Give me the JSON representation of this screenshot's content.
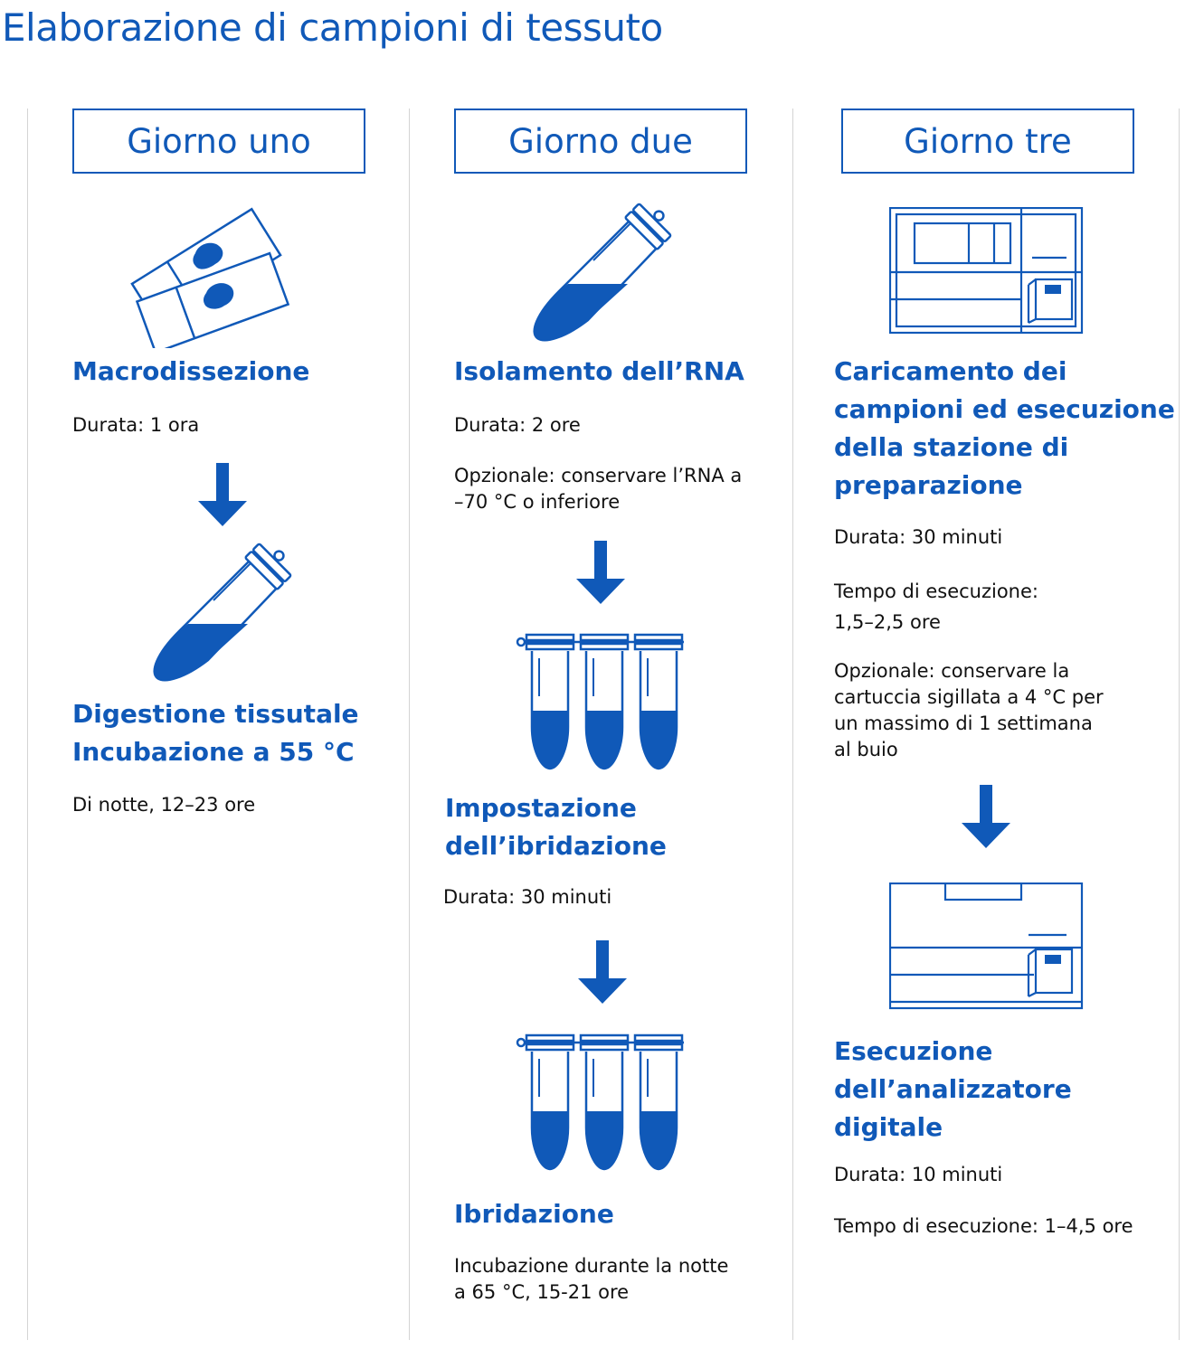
{
  "title": "Elaborazione di campioni di tessuto",
  "colors": {
    "accent": "#1059b8",
    "text": "#111111",
    "divider": "#d4d4d4"
  },
  "columns": [
    {
      "day": "Giorno uno",
      "steps": [
        {
          "icon": "tissue-slides-icon",
          "heading": [
            "Macrodissezione"
          ],
          "details": [
            "Durata: 1 ora"
          ]
        },
        {
          "icon": "single-tube-icon",
          "heading": [
            "Digestione tissutale",
            "Incubazione a 55 °C"
          ],
          "details": [
            "Di notte, 12–23 ore"
          ]
        }
      ]
    },
    {
      "day": "Giorno due",
      "steps": [
        {
          "icon": "single-tube-icon",
          "heading": [
            "Isolamento dell’RNA"
          ],
          "details": [
            "Durata: 2 ore",
            "Opzionale: conservare l’RNA a",
            "–70 °C o inferiore"
          ]
        },
        {
          "icon": "tube-strip-icon",
          "heading": [
            "Impostazione",
            "dell’ibridazione"
          ],
          "details": [
            "Durata: 30 minuti"
          ]
        },
        {
          "icon": "tube-strip-icon",
          "heading": [
            "Ibridazione"
          ],
          "details": [
            "Incubazione durante la notte",
            "a 65 °C, 15-21 ore"
          ]
        }
      ]
    },
    {
      "day": "Giorno tre",
      "steps": [
        {
          "icon": "prep-station-icon",
          "heading": [
            "Caricamento dei",
            "campioni ed esecuzione",
            "della stazione di",
            "preparazione"
          ],
          "details": [
            "Durata: 30 minuti",
            "Tempo di esecuzione:",
            "1,5–2,5 ore",
            "Opzionale: conservare la",
            "cartuccia sigillata a 4 °C per",
            "un massimo di 1 settimana",
            "al buio"
          ]
        },
        {
          "icon": "digital-analyzer-icon",
          "heading": [
            "Esecuzione",
            "dell’analizzatore",
            "digitale"
          ],
          "details": [
            "Durata: 10 minuti",
            "Tempo di esecuzione: 1–4,5 ore"
          ]
        }
      ]
    }
  ]
}
